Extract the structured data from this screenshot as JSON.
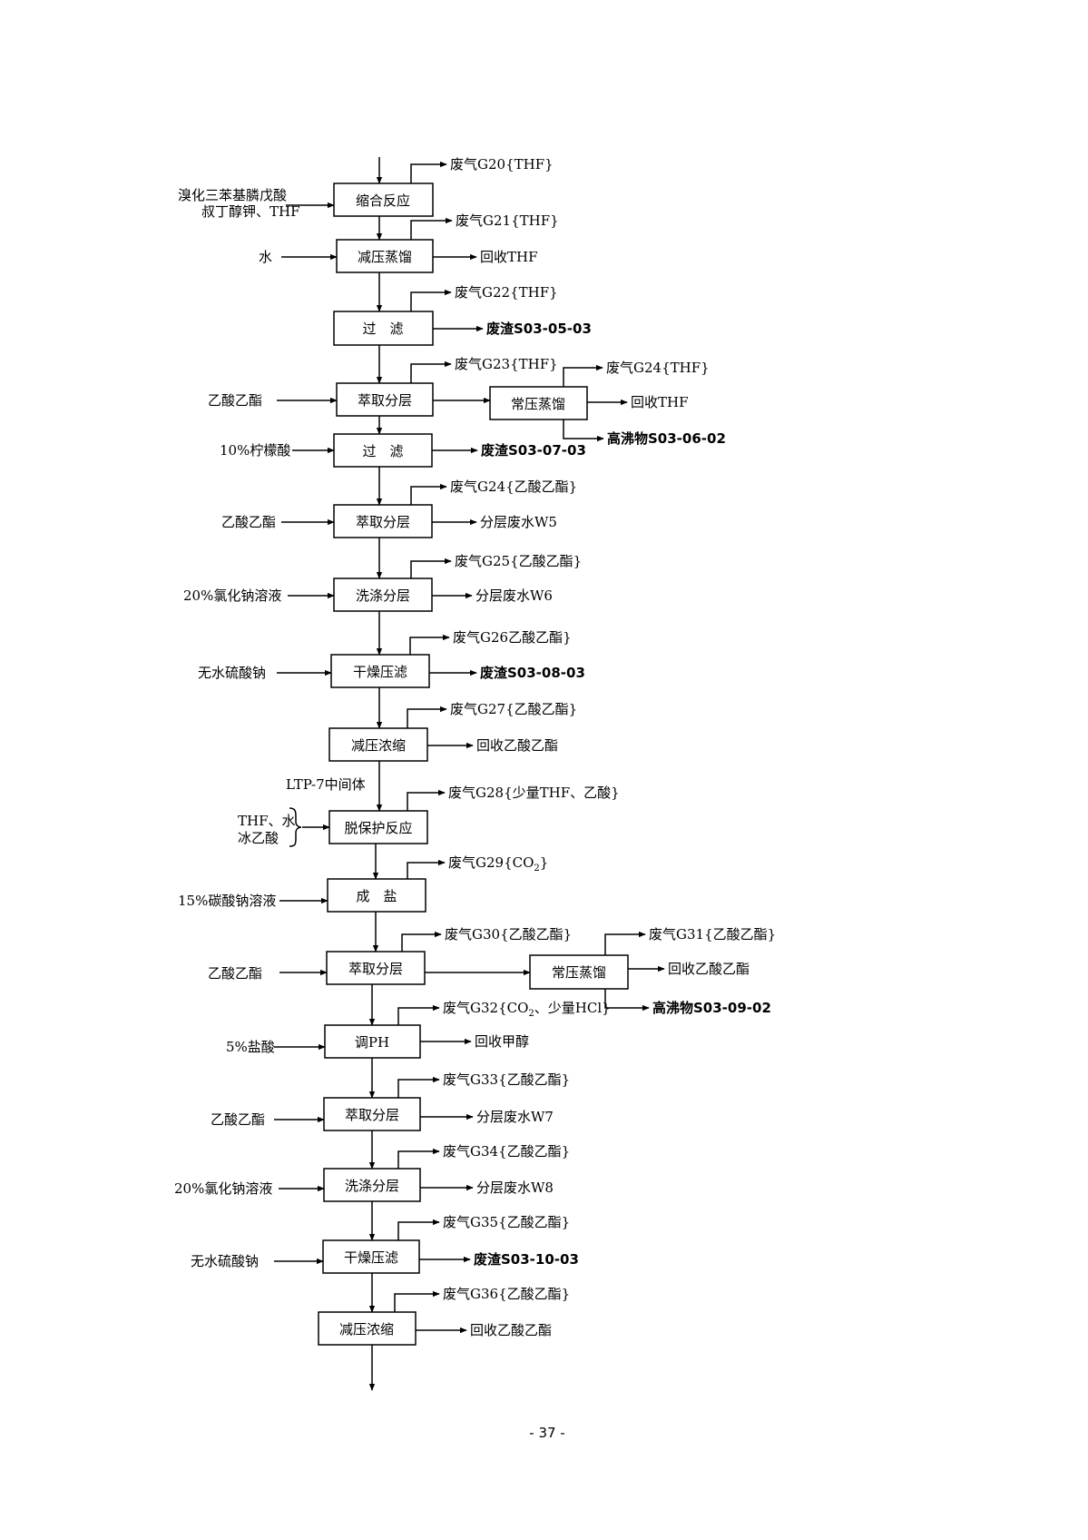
{
  "boxes": {
    "b1": "缩合反应",
    "b2": "减压蒸馏",
    "b3": "过　滤",
    "b4": "萃取分层",
    "b4r": "常压蒸馏",
    "b5": "过　滤",
    "b6": "萃取分层",
    "b7": "洗涤分层",
    "b8": "干燥压滤",
    "b9": "减压浓缩",
    "b10": "脱保护反应",
    "b11": "成　盐",
    "b12": "萃取分层",
    "b12r": "常压蒸馏",
    "b13": "调PH",
    "b14": "萃取分层",
    "b15": "洗涤分层",
    "b16": "干燥压滤",
    "b17": "减压浓缩"
  },
  "inputs": {
    "i1a": "溴化三苯基膦戊酸",
    "i1b": "叔丁醇钾、THF",
    "i2": "水",
    "i4": "乙酸乙酯",
    "i5": "10%柠檬酸",
    "i6": "乙酸乙酯",
    "i7": "20%氯化钠溶液",
    "i8": "无水硫酸钠",
    "i9": "LTP-7中间体",
    "i10a": "THF、水",
    "i10b": "冰乙酸",
    "i11": "15%碳酸钠溶液",
    "i12": "乙酸乙酯",
    "i13": "5%盐酸",
    "i14": "乙酸乙酯",
    "i15": "20%氯化钠溶液",
    "i16": "无水硫酸钠"
  },
  "gases": {
    "g20": "废气G20{THF}",
    "g21": "废气G21{THF}",
    "g22": "废气G22{THF}",
    "g23": "废气G23{THF}",
    "g24a": "废气G24{THF}",
    "g24b": "废气G24{乙酸乙酯}",
    "g25": "废气G25{乙酸乙酯}",
    "g26": "废气G26乙酸乙酯}",
    "g27": "废气G27{乙酸乙酯}",
    "g28": "废气G28{少量THF、乙酸}",
    "g29_pre": "废气G29{CO",
    "g29_sub": "2",
    "g29_post": "}",
    "g30": "废气G30{乙酸乙酯}",
    "g31": "废气G31{乙酸乙酯}",
    "g32_pre": "废气G32{CO",
    "g32_sub": "2",
    "g32_post": "、少量HCl}",
    "g33": "废气G33{乙酸乙酯}",
    "g34": "废气G34{乙酸乙酯}",
    "g35": "废气G35{乙酸乙酯}",
    "g36": "废气G36{乙酸乙酯}"
  },
  "outputs": {
    "o2": "回收THF",
    "o3": "废渣S03-05-03",
    "o4r": "回收THF",
    "o4r2": "高沸物S03-06-02",
    "o5": "废渣S03-07-03",
    "o6": "分层废水W5",
    "o7": "分层废水W6",
    "o8": "废渣S03-08-03",
    "o9": "回收乙酸乙酯",
    "o12r": "回收乙酸乙酯",
    "o12r2": "高沸物S03-09-02",
    "o13": "回收甲醇",
    "o14": "分层废水W7",
    "o15": "分层废水W8",
    "o16": "废渣S03-10-03",
    "o17": "回收乙酸乙酯"
  },
  "page_number": "- 37 -"
}
